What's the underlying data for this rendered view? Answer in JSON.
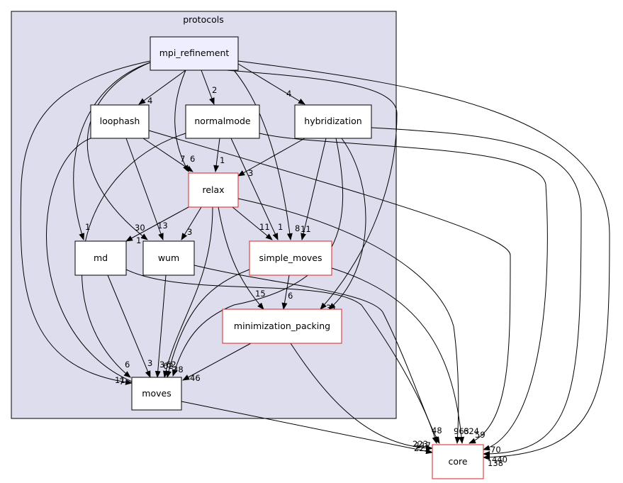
{
  "cluster": {
    "label": "protocols",
    "fill": "#dddded",
    "stroke": "#000000"
  },
  "colors": {
    "node_default_fill": "#ffffff",
    "node_default_stroke": "#000000",
    "node_red_stroke": "#dd2222",
    "node_selected_fill": "#eeeeff"
  },
  "nodes": {
    "mpi_refinement": {
      "label": "mpi_refinement",
      "style": "selected"
    },
    "loophash": {
      "label": "loophash",
      "style": "package"
    },
    "normalmode": {
      "label": "normalmode",
      "style": "package"
    },
    "hybridization": {
      "label": "hybridization",
      "style": "package"
    },
    "relax": {
      "label": "relax",
      "style": "red"
    },
    "md": {
      "label": "md",
      "style": "package"
    },
    "wum": {
      "label": "wum",
      "style": "package"
    },
    "simple_moves": {
      "label": "simple_moves",
      "style": "red"
    },
    "minimization_packing": {
      "label": "minimization_packing",
      "style": "red"
    },
    "moves": {
      "label": "moves",
      "style": "package"
    },
    "core": {
      "label": "core",
      "style": "red"
    }
  },
  "edges": [
    {
      "id": "e-mpi-loophash",
      "from": "mpi_refinement",
      "to": "loophash",
      "label": "4"
    },
    {
      "id": "e-mpi-normalmode",
      "from": "mpi_refinement",
      "to": "normalmode",
      "label": "2"
    },
    {
      "id": "e-mpi-hybridization",
      "from": "mpi_refinement",
      "to": "hybridization",
      "label": "4"
    },
    {
      "id": "e-mpi-relax",
      "from": "mpi_refinement",
      "to": "relax",
      "label": "6"
    },
    {
      "id": "e-mpi-md",
      "from": "mpi_refinement",
      "to": "md",
      "label": "1"
    },
    {
      "id": "e-mpi-wum",
      "from": "mpi_refinement",
      "to": "wum",
      "label": "30"
    },
    {
      "id": "e-mpi-simple",
      "from": "mpi_refinement",
      "to": "simple_moves",
      "label": "8"
    },
    {
      "id": "e-mpi-minpack",
      "from": "mpi_refinement",
      "to": "minimization_packing",
      "label": "3"
    },
    {
      "id": "e-mpi-moves",
      "from": "mpi_refinement",
      "to": "moves",
      "label": "11"
    },
    {
      "id": "e-mpi-core",
      "from": "mpi_refinement",
      "to": "core",
      "label": "138"
    },
    {
      "id": "e-loophash-relax",
      "from": "loophash",
      "to": "relax",
      "label": "7"
    },
    {
      "id": "e-loophash-wum",
      "from": "loophash",
      "to": "wum",
      "label": "13"
    },
    {
      "id": "e-loophash-moves",
      "from": "loophash",
      "to": "moves",
      "label": "7"
    },
    {
      "id": "e-loophash-core",
      "from": "loophash",
      "to": "core",
      "label": "59"
    },
    {
      "id": "e-normal-relax",
      "from": "normalmode",
      "to": "relax",
      "label": "1"
    },
    {
      "id": "e-normal-simple",
      "from": "normalmode",
      "to": "simple_moves",
      "label": "1"
    },
    {
      "id": "e-normal-moves",
      "from": "normalmode",
      "to": "moves",
      "label": "6"
    },
    {
      "id": "e-normal-core",
      "from": "normalmode",
      "to": "core",
      "label": "70"
    },
    {
      "id": "e-hyb-relax",
      "from": "hybridization",
      "to": "relax",
      "label": "3"
    },
    {
      "id": "e-hyb-simple",
      "from": "hybridization",
      "to": "simple_moves",
      "label": "11"
    },
    {
      "id": "e-hyb-minpack",
      "from": "hybridization",
      "to": "minimization_packing",
      "label": "3"
    },
    {
      "id": "e-hyb-moves",
      "from": "hybridization",
      "to": "moves",
      "label": "62"
    },
    {
      "id": "e-hyb-core",
      "from": "hybridization",
      "to": "core",
      "label": "440"
    },
    {
      "id": "e-relax-md",
      "from": "relax",
      "to": "md",
      "label": "1"
    },
    {
      "id": "e-relax-wum",
      "from": "relax",
      "to": "wum",
      "label": "3"
    },
    {
      "id": "e-relax-simple",
      "from": "relax",
      "to": "simple_moves",
      "label": "11"
    },
    {
      "id": "e-relax-minpack",
      "from": "relax",
      "to": "minimization_packing",
      "label": "15"
    },
    {
      "id": "e-relax-moves",
      "from": "relax",
      "to": "moves",
      "label": "38"
    },
    {
      "id": "e-relax-core",
      "from": "relax",
      "to": "core",
      "label": "963"
    },
    {
      "id": "e-md-moves",
      "from": "md",
      "to": "moves",
      "label": "3"
    },
    {
      "id": "e-md-core",
      "from": "md",
      "to": "core",
      "label": "117"
    },
    {
      "id": "e-wum-moves",
      "from": "wum",
      "to": "moves",
      "label": "3"
    },
    {
      "id": "e-wum-core",
      "from": "wum",
      "to": "core",
      "label": "48"
    },
    {
      "id": "e-simple-minpack",
      "from": "simple_moves",
      "to": "minimization_packing",
      "label": "6"
    },
    {
      "id": "e-simple-moves",
      "from": "simple_moves",
      "to": "moves",
      "label": "62"
    },
    {
      "id": "e-simple-core",
      "from": "simple_moves",
      "to": "core",
      "label": "624"
    },
    {
      "id": "e-minpack-moves",
      "from": "minimization_packing",
      "to": "moves",
      "label": "46"
    },
    {
      "id": "e-minpack-core",
      "from": "minimization_packing",
      "to": "core",
      "label": "223"
    },
    {
      "id": "e-moves-core",
      "from": "moves",
      "to": "core",
      "label": "223"
    }
  ]
}
